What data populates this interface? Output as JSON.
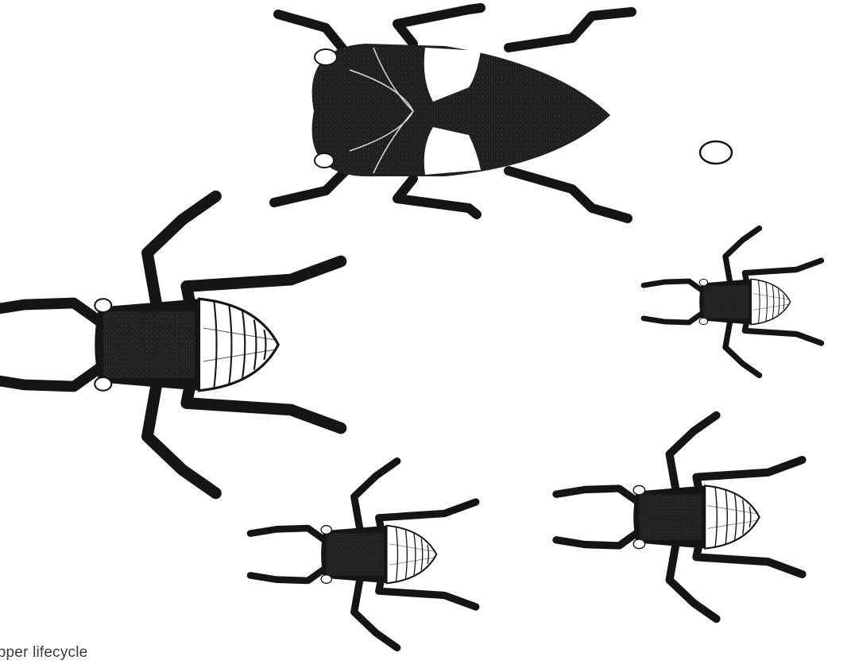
{
  "caption": "opper lifecycle",
  "colors": {
    "ink": "#151515",
    "paper": "#ffffff",
    "caption": "#3a3a3a"
  },
  "stages": [
    "adult",
    "egg",
    "nymph",
    "nymph",
    "nymph",
    "nymph"
  ]
}
